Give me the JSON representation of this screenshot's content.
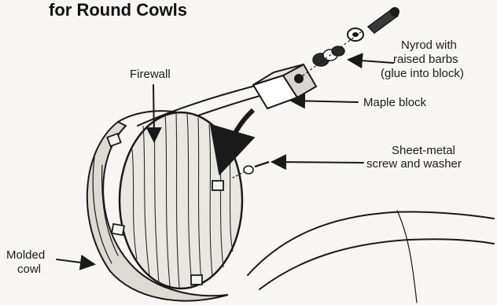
{
  "title": "for Round Cowls",
  "labels": {
    "firewall": "Firewall",
    "nyrod_line1": "Nyrod with",
    "nyrod_line2": "raised barbs",
    "nyrod_line3": "(glue into block)",
    "maple_block": "Maple block",
    "screw_line1": "Sheet-metal",
    "screw_line2": "screw and washer",
    "cowl_line1": "Molded",
    "cowl_line2": "cowl"
  },
  "colors": {
    "ink": "#1a1a1a",
    "paper": "#f7f6f2",
    "wood": "#e9e7e1",
    "block": "#f4f3ef"
  },
  "icons": [
    "screw-icon",
    "washer-icon",
    "nyrod-icon",
    "maple-block-icon",
    "arrow-icon"
  ]
}
